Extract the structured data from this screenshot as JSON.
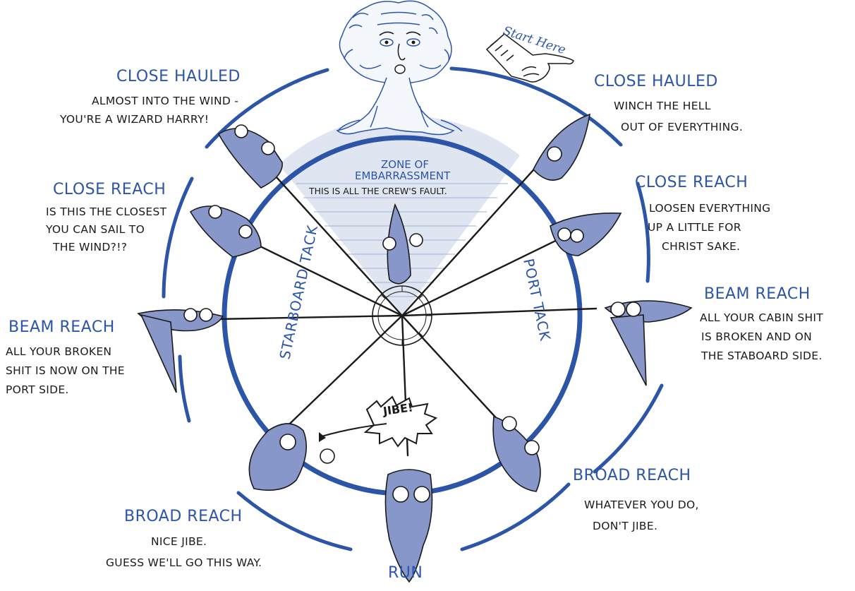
{
  "start_here": "Start Here",
  "positions": {
    "close_hauled_left": {
      "title": "CLOSE HAULED",
      "desc": [
        "ALMOST INTO THE WIND -",
        "YOU'RE A WIZARD HARRY!"
      ]
    },
    "close_hauled_right": {
      "title": "CLOSE HAULED",
      "desc": [
        "WINCH THE HELL",
        "OUT OF EVERYTHING."
      ]
    },
    "close_reach_left": {
      "title": "CLOSE REACH",
      "desc": [
        "IS THIS THE CLOSEST",
        "YOU CAN SAIL TO",
        "THE WIND?!?"
      ]
    },
    "close_reach_right": {
      "title": "CLOSE REACH",
      "desc": [
        "LOOSEN EVERYTHING",
        "UP A LITTLE FOR",
        "CHRIST SAKE."
      ]
    },
    "beam_reach_left": {
      "title": "BEAM REACH",
      "desc": [
        "ALL YOUR BROKEN",
        "SHIT IS NOW ON THE",
        "PORT SIDE."
      ]
    },
    "beam_reach_right": {
      "title": "BEAM REACH",
      "desc": [
        "ALL YOUR CABIN SHIT",
        "IS BROKEN AND ON",
        "THE STABOARD SIDE."
      ]
    },
    "broad_reach_left": {
      "title": "BROAD REACH",
      "desc": [
        "NICE JIBE.",
        "GUESS WE'LL GO THIS WAY."
      ]
    },
    "broad_reach_right": {
      "title": "BROAD REACH",
      "desc": [
        "WHATEVER YOU DO,",
        "DON'T JIBE."
      ]
    },
    "run": {
      "title": "RUN"
    }
  },
  "zone": {
    "title": [
      "ZONE OF",
      "EMBARRASSMENT"
    ],
    "subtitle": "THIS IS ALL THE CREW'S FAULT."
  },
  "tacks": {
    "starboard": "STARBOARD TACK",
    "port": "PORT TACK"
  },
  "jibe_label": "JIBE!",
  "colors": {
    "ink_blue": "#2c55a8",
    "boat_fill": "#8797c9",
    "zone_fill": "#dfe6f2",
    "ink": "#1a1a1a"
  }
}
